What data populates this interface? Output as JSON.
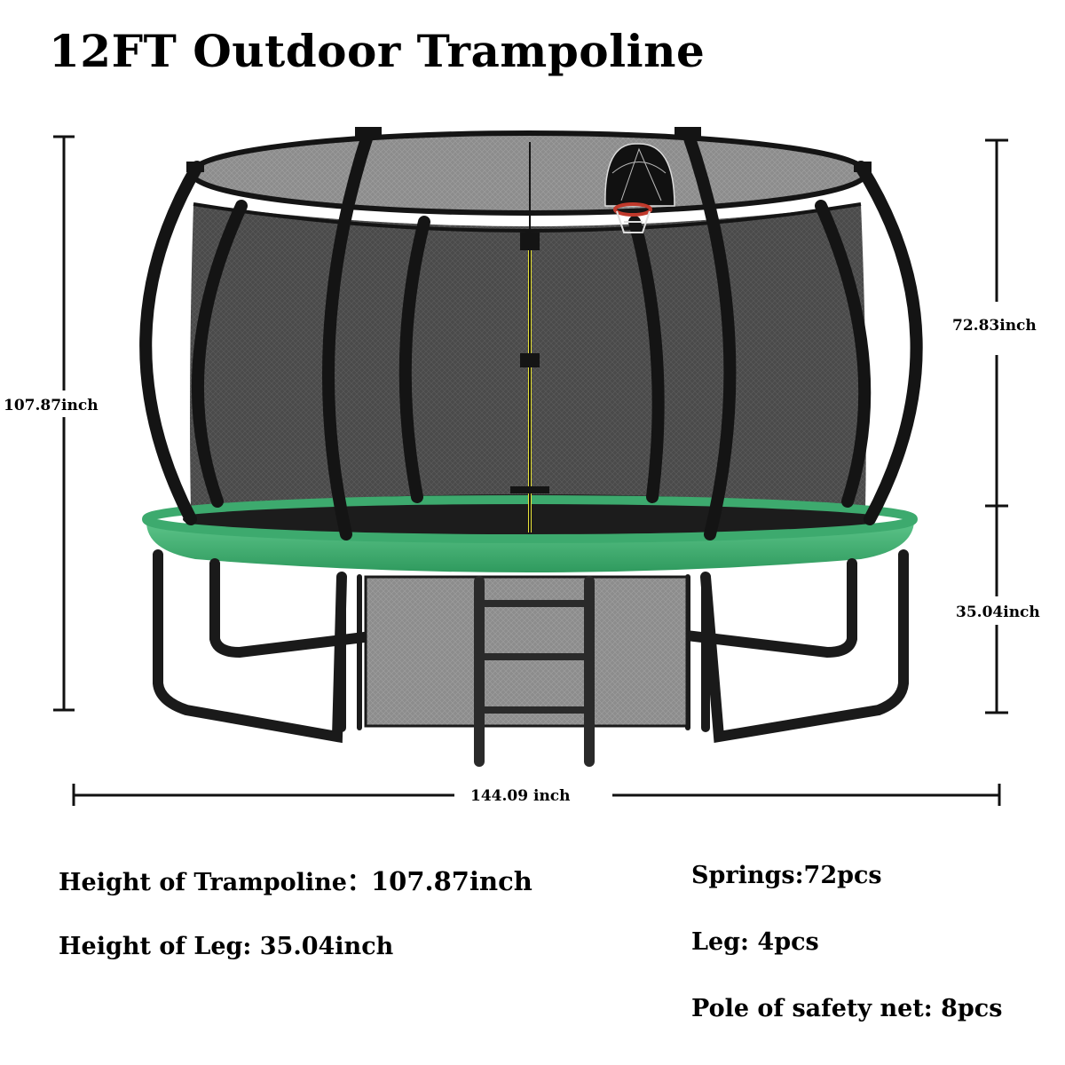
{
  "title": "12FT Outdoor Trampoline",
  "dimensions": {
    "total_height": "107.87inch",
    "net_height": "72.83inch",
    "leg_height": "35.04inch",
    "width": "144.09 inch"
  },
  "specs": {
    "height_of_trampoline": {
      "label": "Height of Trampoline：",
      "value": "107.87inch"
    },
    "height_of_leg": "Height of Leg: 35.04inch",
    "springs": "Springs:72pcs",
    "leg": "Leg: 4pcs",
    "pole_of_safety_net": "Pole of safety net: 8pcs"
  },
  "colors": {
    "frame_pad": "#3daa6e",
    "frame_pad_light": "#5cc489",
    "poles": "#141414",
    "net": "#3a3a3a",
    "zipper": "#e8e23a"
  }
}
